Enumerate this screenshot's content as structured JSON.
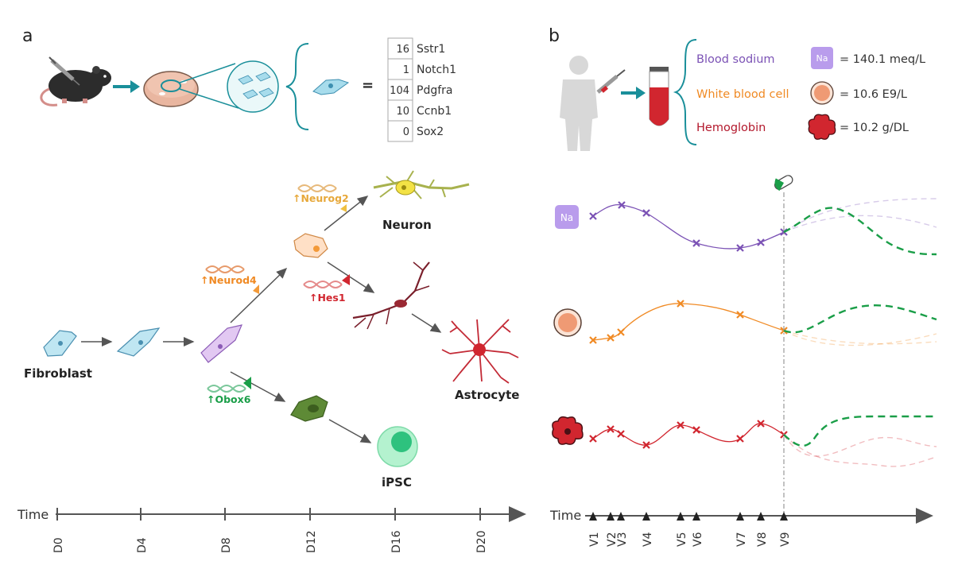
{
  "panel_a": {
    "label": "a",
    "gene_table": [
      {
        "value": "16",
        "gene": "Sstr1"
      },
      {
        "value": "1",
        "gene": "Notch1"
      },
      {
        "value": "104",
        "gene": "Pdgfra"
      },
      {
        "value": "10",
        "gene": "Ccnb1"
      },
      {
        "value": "0",
        "gene": "Sox2"
      }
    ],
    "equals": "=",
    "cells": {
      "fibroblast": "Fibroblast",
      "neuron": "Neuron",
      "astrocyte": "Astrocyte",
      "ipsc": "iPSC"
    },
    "genes": {
      "neurog2": "↑Neurog2",
      "neurod4": "↑Neurod4",
      "hes1": "↑Hes1",
      "obox6": "↑Obox6"
    },
    "timeline": {
      "label": "Time",
      "ticks": [
        "D0",
        "D4",
        "D8",
        "D12",
        "D16",
        "D20"
      ]
    }
  },
  "panel_b": {
    "label": "b",
    "measures": [
      {
        "name": "Blood sodium",
        "icon_text": "Na",
        "value": "= 140.1 meq/L",
        "color": "#7b52b5"
      },
      {
        "name": "White blood cell",
        "value": "= 10.6 E9/L",
        "color": "#f08a24"
      },
      {
        "name": "Hemoglobin",
        "value": "= 10.2 g/DL",
        "color": "#b3182c"
      }
    ],
    "na_badge": "Na",
    "timeline": {
      "label": "Time",
      "visits": [
        "V1",
        "V2",
        "V3",
        "V4",
        "V5",
        "V6",
        "V7",
        "V8",
        "V9"
      ]
    },
    "colors": {
      "sodium": "#7b52b5",
      "wbc": "#f08a24",
      "hemoglobin": "#d1262f",
      "forecast": "#1a9e48",
      "accent_teal": "#1a8f9a"
    }
  }
}
